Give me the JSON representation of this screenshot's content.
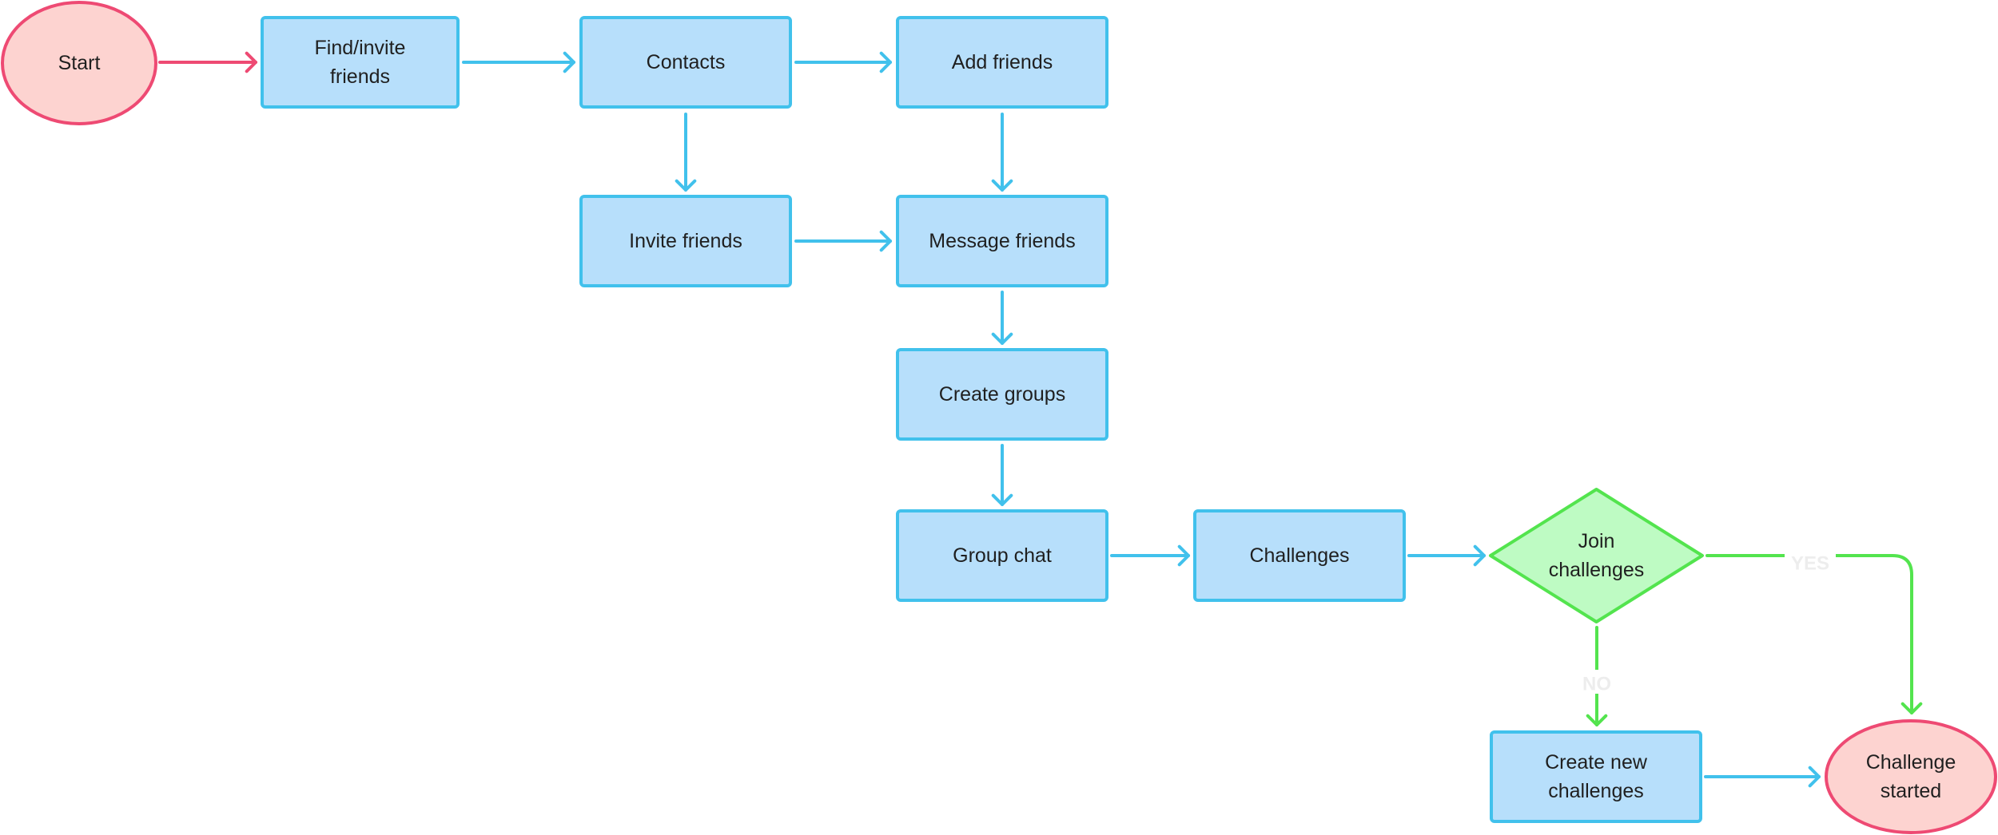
{
  "colors": {
    "process_fill": "#b7dffb",
    "process_stroke": "#41c1ec",
    "terminal_fill": "#fdd3d0",
    "terminal_stroke": "#ee4a73",
    "decision_fill": "#befbc3",
    "decision_stroke": "#53e44e",
    "edge_blue": "#41c1ec",
    "edge_pink": "#ee4a73",
    "edge_green": "#53e44e"
  },
  "nodes": [
    {
      "id": "start",
      "kind": "terminal",
      "lines": [
        "Start"
      ]
    },
    {
      "id": "find_invite",
      "kind": "process",
      "lines": [
        "Find/invite",
        "friends"
      ]
    },
    {
      "id": "contacts",
      "kind": "process",
      "lines": [
        "Contacts"
      ]
    },
    {
      "id": "add_friends",
      "kind": "process",
      "lines": [
        "Add friends"
      ]
    },
    {
      "id": "invite_friends",
      "kind": "process",
      "lines": [
        "Invite friends"
      ]
    },
    {
      "id": "message_friends",
      "kind": "process",
      "lines": [
        "Message friends"
      ]
    },
    {
      "id": "create_groups",
      "kind": "process",
      "lines": [
        "Create groups"
      ]
    },
    {
      "id": "group_chat",
      "kind": "process",
      "lines": [
        "Group chat"
      ]
    },
    {
      "id": "challenges",
      "kind": "process",
      "lines": [
        "Challenges"
      ]
    },
    {
      "id": "join_challenges",
      "kind": "decision",
      "lines": [
        "Join",
        "challenges"
      ]
    },
    {
      "id": "create_new",
      "kind": "process",
      "lines": [
        "Create new",
        "challenges"
      ]
    },
    {
      "id": "challenge_started",
      "kind": "terminal",
      "lines": [
        "Challenge",
        "started"
      ]
    }
  ],
  "edges": [
    {
      "from": "start",
      "to": "find_invite",
      "color": "pink"
    },
    {
      "from": "find_invite",
      "to": "contacts",
      "color": "blue"
    },
    {
      "from": "contacts",
      "to": "add_friends",
      "color": "blue"
    },
    {
      "from": "contacts",
      "to": "invite_friends",
      "color": "blue"
    },
    {
      "from": "add_friends",
      "to": "message_friends",
      "color": "blue"
    },
    {
      "from": "invite_friends",
      "to": "message_friends",
      "color": "blue"
    },
    {
      "from": "message_friends",
      "to": "create_groups",
      "color": "blue"
    },
    {
      "from": "create_groups",
      "to": "group_chat",
      "color": "blue"
    },
    {
      "from": "group_chat",
      "to": "challenges",
      "color": "blue"
    },
    {
      "from": "challenges",
      "to": "join_challenges",
      "color": "blue"
    },
    {
      "from": "join_challenges",
      "to": "challenge_started",
      "color": "green",
      "label": "YES"
    },
    {
      "from": "join_challenges",
      "to": "create_new",
      "color": "green",
      "label": "NO"
    },
    {
      "from": "create_new",
      "to": "challenge_started",
      "color": "blue"
    }
  ]
}
